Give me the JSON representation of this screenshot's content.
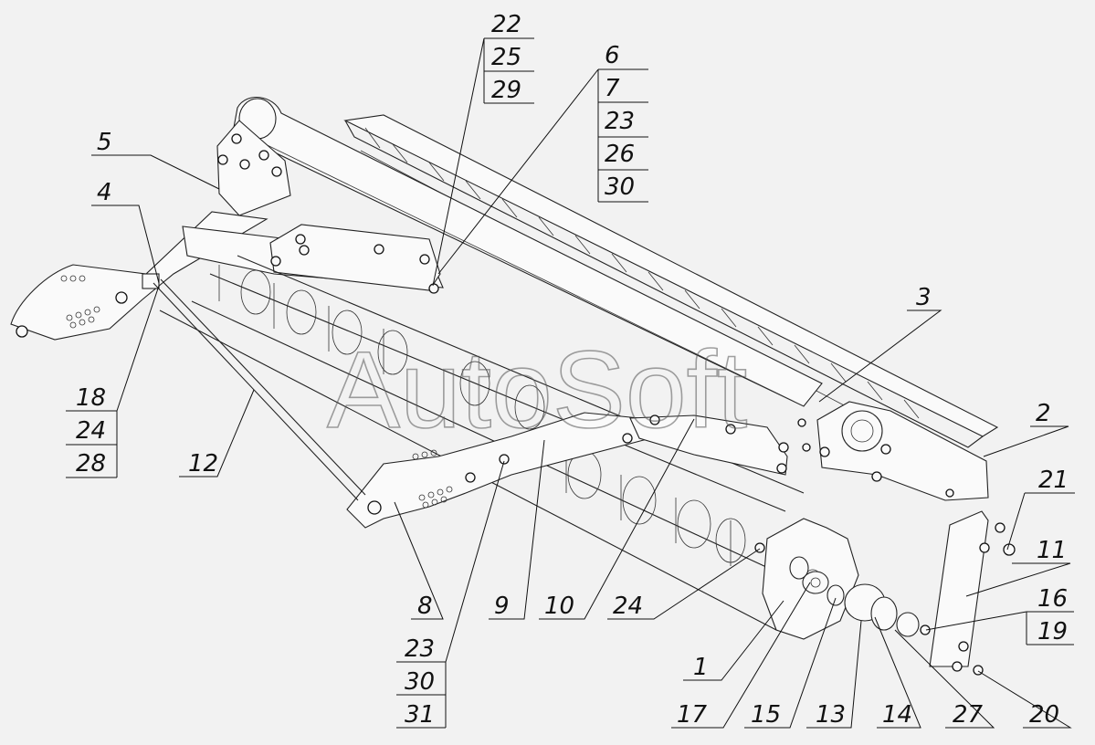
{
  "watermark": "AutoSoft",
  "callouts": [
    {
      "id": "c-22",
      "lines": [
        "22",
        "25",
        "29"
      ]
    },
    {
      "id": "c-6",
      "lines": [
        "6",
        "7",
        "23",
        "26",
        "30"
      ]
    },
    {
      "id": "c-5",
      "lines": [
        "5"
      ]
    },
    {
      "id": "c-4",
      "lines": [
        "4"
      ]
    },
    {
      "id": "c-3",
      "lines": [
        "3"
      ]
    },
    {
      "id": "c-2",
      "lines": [
        "2"
      ]
    },
    {
      "id": "c-18",
      "lines": [
        "18",
        "24",
        "28"
      ]
    },
    {
      "id": "c-12",
      "lines": [
        "12"
      ]
    },
    {
      "id": "c-21",
      "lines": [
        "21"
      ]
    },
    {
      "id": "c-11",
      "lines": [
        "11"
      ]
    },
    {
      "id": "c-16",
      "lines": [
        "16",
        "19"
      ]
    },
    {
      "id": "c-8",
      "lines": [
        "8"
      ]
    },
    {
      "id": "c-9",
      "lines": [
        "9"
      ]
    },
    {
      "id": "c-10",
      "lines": [
        "10"
      ]
    },
    {
      "id": "c-24",
      "lines": [
        "24"
      ]
    },
    {
      "id": "c-23",
      "lines": [
        "23",
        "30",
        "31"
      ]
    },
    {
      "id": "c-1",
      "lines": [
        "1"
      ]
    },
    {
      "id": "c-17",
      "lines": [
        "17"
      ]
    },
    {
      "id": "c-15",
      "lines": [
        "15"
      ]
    },
    {
      "id": "c-13",
      "lines": [
        "13"
      ]
    },
    {
      "id": "c-14",
      "lines": [
        "14"
      ]
    },
    {
      "id": "c-27",
      "lines": [
        "27"
      ]
    },
    {
      "id": "c-20",
      "lines": [
        "20"
      ]
    }
  ]
}
